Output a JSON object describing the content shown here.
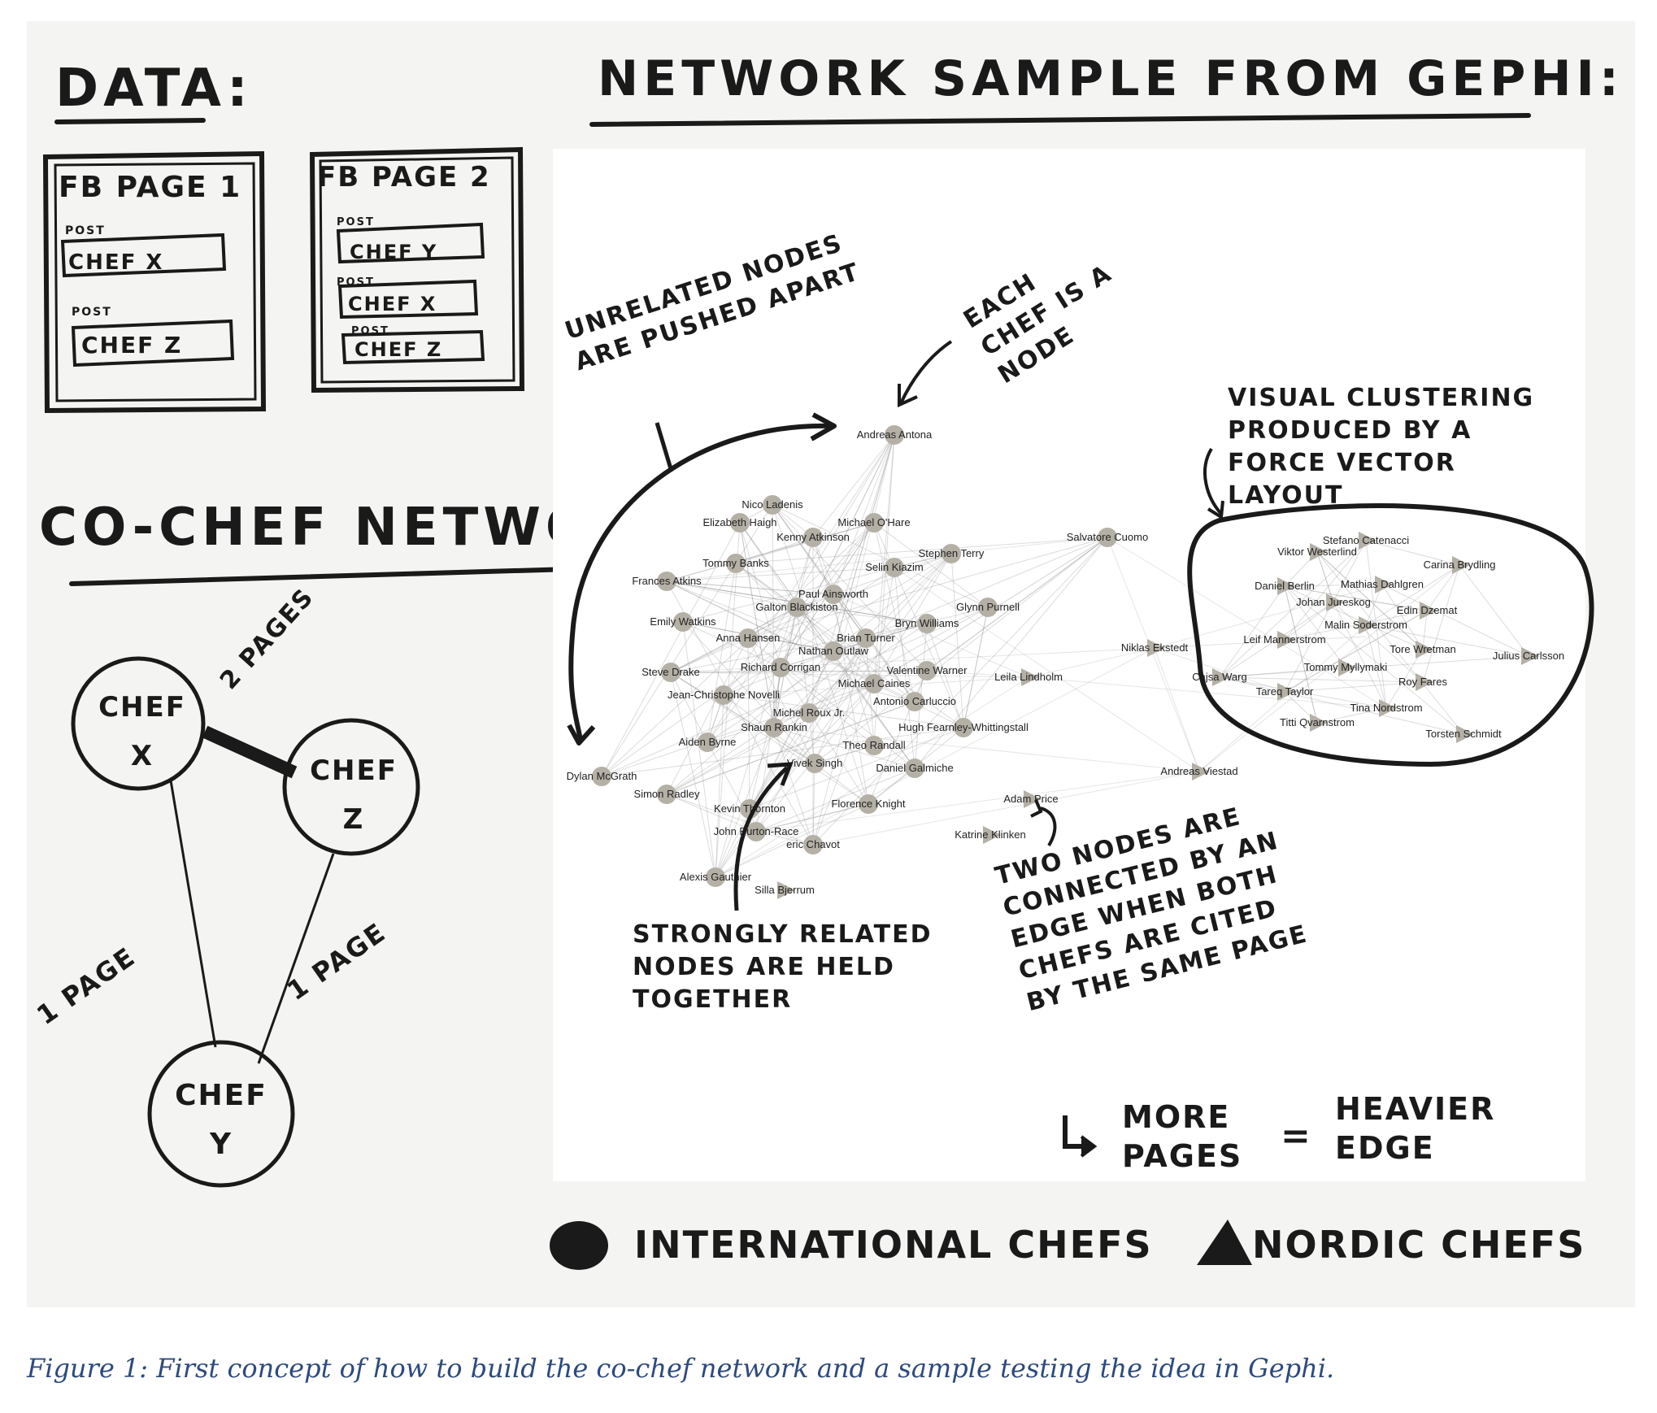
{
  "headings": {
    "data": "DATA:",
    "network_sample": "NETWORK SAMPLE FROM GEPHI:",
    "co_chef": "CO-CHEF NETWORK:"
  },
  "data_panel": {
    "page1": {
      "title": "FB PAGE 1",
      "posts": [
        {
          "label": "POST",
          "chef": "CHEF X"
        },
        {
          "label": "POST",
          "chef": "CHEF Z"
        }
      ]
    },
    "page2": {
      "title": "FB PAGE 2",
      "posts": [
        {
          "label": "POST",
          "chef": "CHEF Y"
        },
        {
          "label": "POST",
          "chef": "CHEF X"
        },
        {
          "label": "POST",
          "chef": "CHEF Z"
        }
      ]
    }
  },
  "cochef": {
    "chef_x": "CHEF X",
    "chef_z": "CHEF Z",
    "chef_y": "CHEF Y",
    "edge_xz": "2 PAGES",
    "edge_xy": "1 PAGE",
    "edge_zy": "1 PAGE"
  },
  "annotations": {
    "unrelated": "UNRELATED NODES ARE PUSHED APART",
    "each_chef": "EACH CHEF IS A NODE",
    "clustering": "VISUAL CLUSTERING PRODUCED BY A FORCE VECTOR LAYOUT",
    "strongly": "STRONGLY RELATED NODES ARE HELD TOGETHER",
    "two_nodes": "TWO NODES ARE CONNECTED BY AN EDGE WHEN BOTH CHEFS ARE CITED BY THE SAME PAGE",
    "more_pages_left": "MORE PAGES",
    "equals": "=",
    "heavier_edge": "HEAVIER EDGE"
  },
  "legend": {
    "international": "INTERNATIONAL CHEFS",
    "nordic": "NORDIC CHEFS"
  },
  "caption": "Figure 1: First concept of how to build the co-chef network and a sample testing the idea in Gephi.",
  "colors": {
    "node": "#b5b0a6",
    "ink": "#1a1a1a",
    "panel": "#f4f4f2",
    "caption": "#2d4a7c"
  },
  "network": {
    "international_chefs": [
      "Andreas Antona",
      "Nico Ladenis",
      "Elizabeth Haigh",
      "Michael O'Hare",
      "Kenny Atkinson",
      "Stephen Terry",
      "Tommy Banks",
      "Selin Kiazim",
      "Frances Atkins",
      "Paul Ainsworth",
      "Galton Blackiston",
      "Glynn Purnell",
      "Emily Watkins",
      "Bryn Williams",
      "Anna Hansen",
      "Brian Turner",
      "Nathan Outlaw",
      "Steve Drake",
      "Richard Corrigan",
      "Valentine Warner",
      "Michael Caines",
      "Jean-Christophe Novelli",
      "Antonio Carluccio",
      "Michel Roux Jr.",
      "Shaun Rankin",
      "Hugh Fearnley-Whittingstall",
      "Aiden Byrne",
      "Theo Randall",
      "Vivek Singh",
      "Daniel Galmiche",
      "Dylan McGrath",
      "Simon Radley",
      "Kevin Thornton",
      "Florence Knight",
      "John Burton-Race",
      "eric Chavot",
      "Alexis Gauthier",
      "Salvatore Cuomo"
    ],
    "nordic_chefs": [
      "Leila Lindholm",
      "Niklas Ekstedt",
      "Silla Bjerrum",
      "Adam Price",
      "Katrine Klinken",
      "Andreas Viestad",
      "Stefano Catenacci",
      "Viktor Westerlind",
      "Carina Brydling",
      "Daniel Berlin",
      "Mathias Dahlgren",
      "Johan Jureskog",
      "Edin Dzemat",
      "Malin Soderstrom",
      "Leif Mannerstrom",
      "Tore Wretman",
      "Julius Carlsson",
      "Cajsa Warg",
      "Tommy Myllymaki",
      "Tareq Taylor",
      "Roy Fares",
      "Tina Nordstrom",
      "Titti Qvarnstrom",
      "Torsten Schmidt"
    ]
  }
}
